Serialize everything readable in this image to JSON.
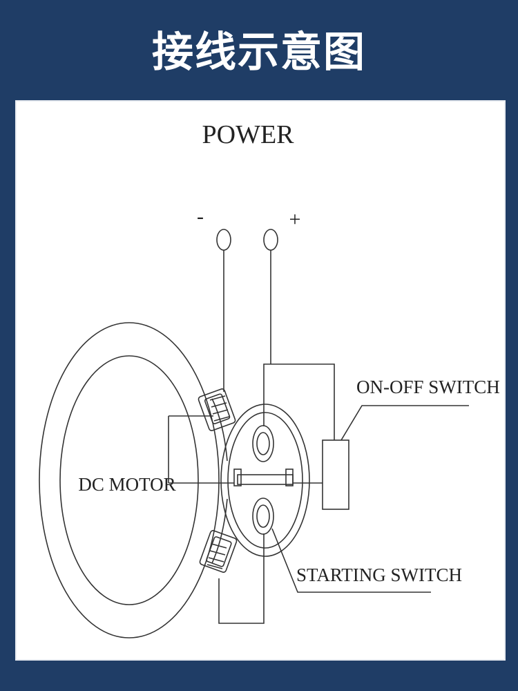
{
  "header": {
    "title": "接线示意图"
  },
  "diagram": {
    "power_label": "POWER",
    "minus_symbol": "-",
    "plus_symbol": "+",
    "on_off_switch_label": "ON-OFF SWITCH",
    "dc_motor_label": "DC MOTOR",
    "starting_switch_label": "STARTING SWITCH"
  },
  "colors": {
    "header_bg": "#1f3d66",
    "line": "#333333",
    "panel_bg": "#ffffff"
  }
}
